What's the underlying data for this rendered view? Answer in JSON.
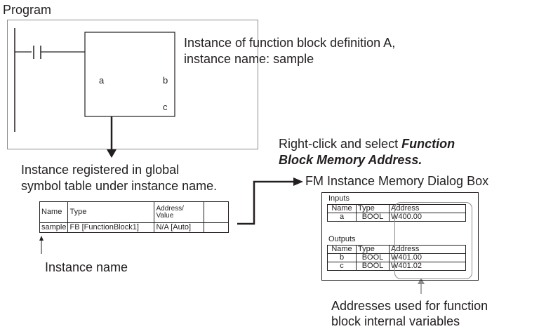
{
  "program_label": "Program",
  "fb": {
    "pin_in": "a",
    "pin_out1": "b",
    "pin_out2": "c"
  },
  "instance_caption": [
    "Instance of function block definition A,",
    "instance name: sample"
  ],
  "registered_caption": [
    "Instance registered in global",
    "symbol table under instance name."
  ],
  "symbol_table": {
    "headers": [
      "Name",
      "Type",
      "Address/",
      "Value"
    ],
    "row": [
      "sample",
      "FB [FunctionBlock1]",
      "N/A [Auto]",
      ""
    ]
  },
  "instance_name_label": "Instance name",
  "rightclick_caption": {
    "prefix": "Right-click and select ",
    "emph1": "Function",
    "emph2": "Block Memory Address."
  },
  "dialog": {
    "title": "FM Instance Memory Dialog Box",
    "inputs_label": "Inputs",
    "outputs_label": "Outputs",
    "headers": [
      "Name",
      "Type",
      "Address"
    ],
    "inputs": [
      [
        "a",
        "BOOL",
        "W400.00"
      ]
    ],
    "outputs": [
      [
        "b",
        "BOOL",
        "W401.00"
      ],
      [
        "c",
        "BOOL",
        "W401.02"
      ]
    ]
  },
  "addresses_caption": [
    "Addresses used for function",
    "block internal variables"
  ]
}
